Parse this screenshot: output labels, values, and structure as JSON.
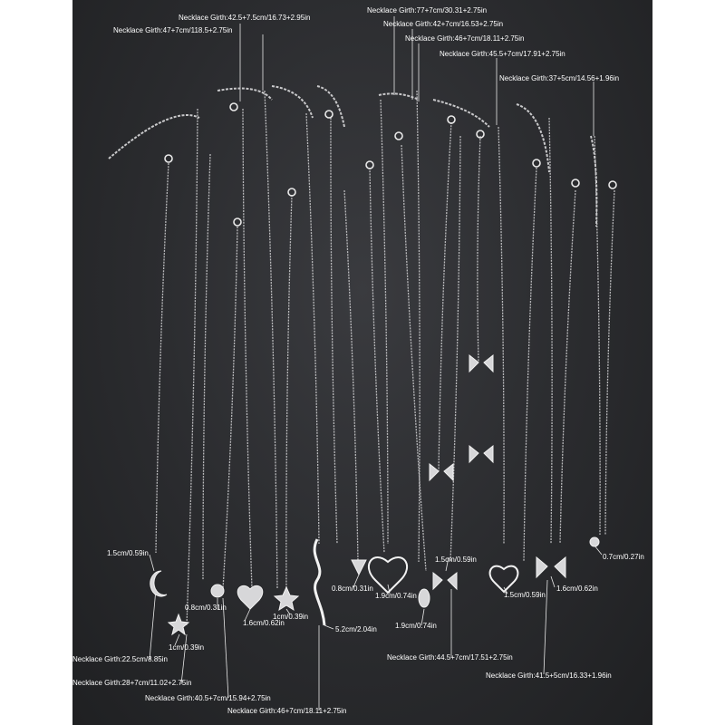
{
  "girth_labels": {
    "t1": "Necklace Girth:42.5+7.5cm/16.73+2.95in",
    "t2": "Necklace Girth:47+7cm/118.5+2.75in",
    "t3": "Necklace Girth:77+7cm/30.31+2.75in",
    "t4": "Necklace Girth:42+7cm/16.53+2.75in",
    "t5": "Necklace Girth:46+7cm/18.11+2.75in",
    "t6": "Necklace Girth:45.5+7cm/17.91+2.75in",
    "t7": "Necklace Girth:37+5cm/14.56+1.96in",
    "b1": "Necklace Girth:22.5cm/8.85in",
    "b2": "Necklace Girth:28+7cm/11.02+2.75in",
    "b3": "Necklace Girth:40.5+7cm/15.94+2.75in",
    "b4": "Necklace Girth:46+7cm/18.11+2.75in",
    "b5": "Necklace Girth:44.5+7cm/17.51+2.75in",
    "b6": "Necklace Girth:41.5+5cm/16.33+1.96in"
  },
  "pendant_labels": {
    "moon": "1.5cm/0.59in",
    "star_small": "1cm/0.39in",
    "bead": "0.8cm/0.31in",
    "pearl_heart": "1.6cm/0.62in",
    "star": "1cm/0.39in",
    "snake": "5.2cm/2.04in",
    "fox": "0.8cm/0.31in",
    "open_heart": "1.9cm/0.74in",
    "drop": "1.9cm/0.74in",
    "butterfly_top": "1.5cm/0.59in",
    "heart_arrow": "1.5cm/0.59in",
    "butterfly_arrow": "1.6cm/0.62in",
    "pendant_small": "0.7cm/0.27in"
  },
  "colors": {
    "background": "#2a2b2e",
    "chain": "#c9c9cb",
    "label_text": "#ffffff"
  }
}
